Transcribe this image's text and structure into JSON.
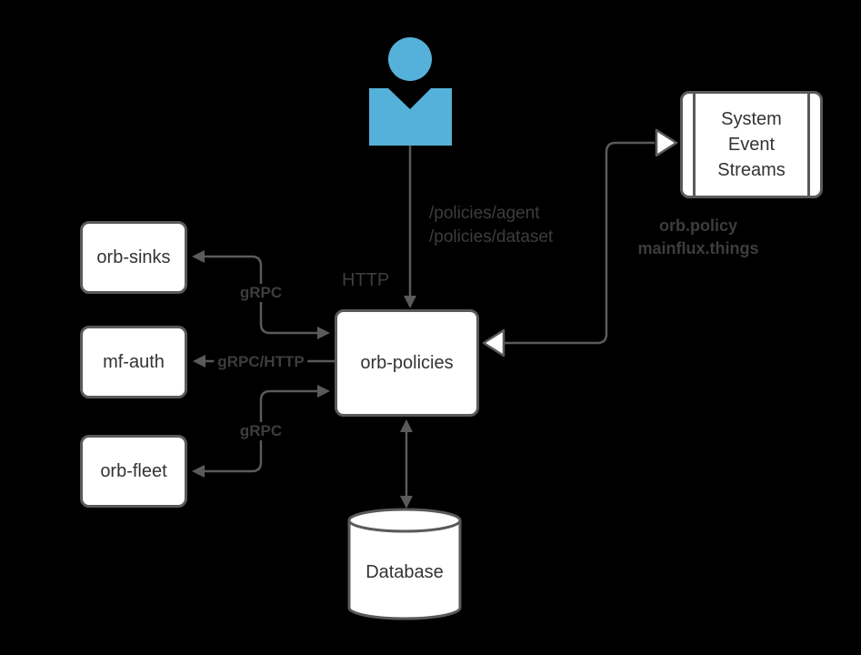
{
  "diagram": {
    "colors": {
      "background": "#000000",
      "node_fill": "#ffffff",
      "node_border": "#5a5a5a",
      "connector": "#5a5a5a",
      "node_text": "#333333",
      "label_text": "#3d3d3d",
      "person_icon": "#55b1d9"
    },
    "nodes": {
      "user": {
        "icon": "person-icon"
      },
      "orb_sinks": {
        "label": "orb-sinks"
      },
      "mf_auth": {
        "label": "mf-auth"
      },
      "orb_fleet": {
        "label": "orb-fleet"
      },
      "orb_policies": {
        "label": "orb-policies"
      },
      "system_event_streams": {
        "label": "System Event Streams"
      },
      "database": {
        "label": "Database"
      }
    },
    "edges": {
      "user_to_policies": {
        "label_left": "HTTP",
        "label_right_line1": "/policies/agent",
        "label_right_line2": "/policies/dataset"
      },
      "policies_sinks": {
        "label": "gRPC"
      },
      "policies_auth": {
        "label": "gRPC/HTTP"
      },
      "policies_fleet": {
        "label": "gRPC"
      },
      "policies_streams": {
        "label_line1": "orb.policy",
        "label_line2": "mainflux.things"
      }
    }
  }
}
